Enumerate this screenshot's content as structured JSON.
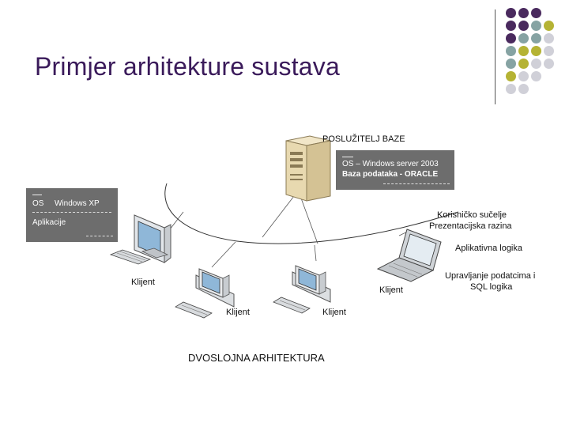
{
  "title": "Primjer arhitekture sustava",
  "server": {
    "label": "POSLUŽITELJ BAZE",
    "box_line1": "OS – Windows server 2003",
    "box_line2": "Baza podataka - ORACLE"
  },
  "client_box": {
    "os_label": "OS",
    "os_value": "Windows XP",
    "apps_label": "Aplikacije"
  },
  "laptop_labels": {
    "ui": "Korisničko sučelje",
    "presentation": "Prezentacijska razina",
    "logic": "Aplikativna logika",
    "data_line1": "Upravljanje podatcima i",
    "data_line2": "SQL logika"
  },
  "clients": {
    "left": "Klijent",
    "mid1": "Klijent",
    "mid2": "Klijent",
    "laptop": "Klijent"
  },
  "architecture_label": "DVOSLOJNA ARHITEKTURA",
  "colors": {
    "title": "#3a1a5a",
    "dot_purple": "#4a2a5e",
    "dot_teal": "#86a3a3",
    "dot_olive": "#b5b334",
    "dot_grey": "#d0d0d8",
    "box_grey": "#6d6d6d"
  }
}
